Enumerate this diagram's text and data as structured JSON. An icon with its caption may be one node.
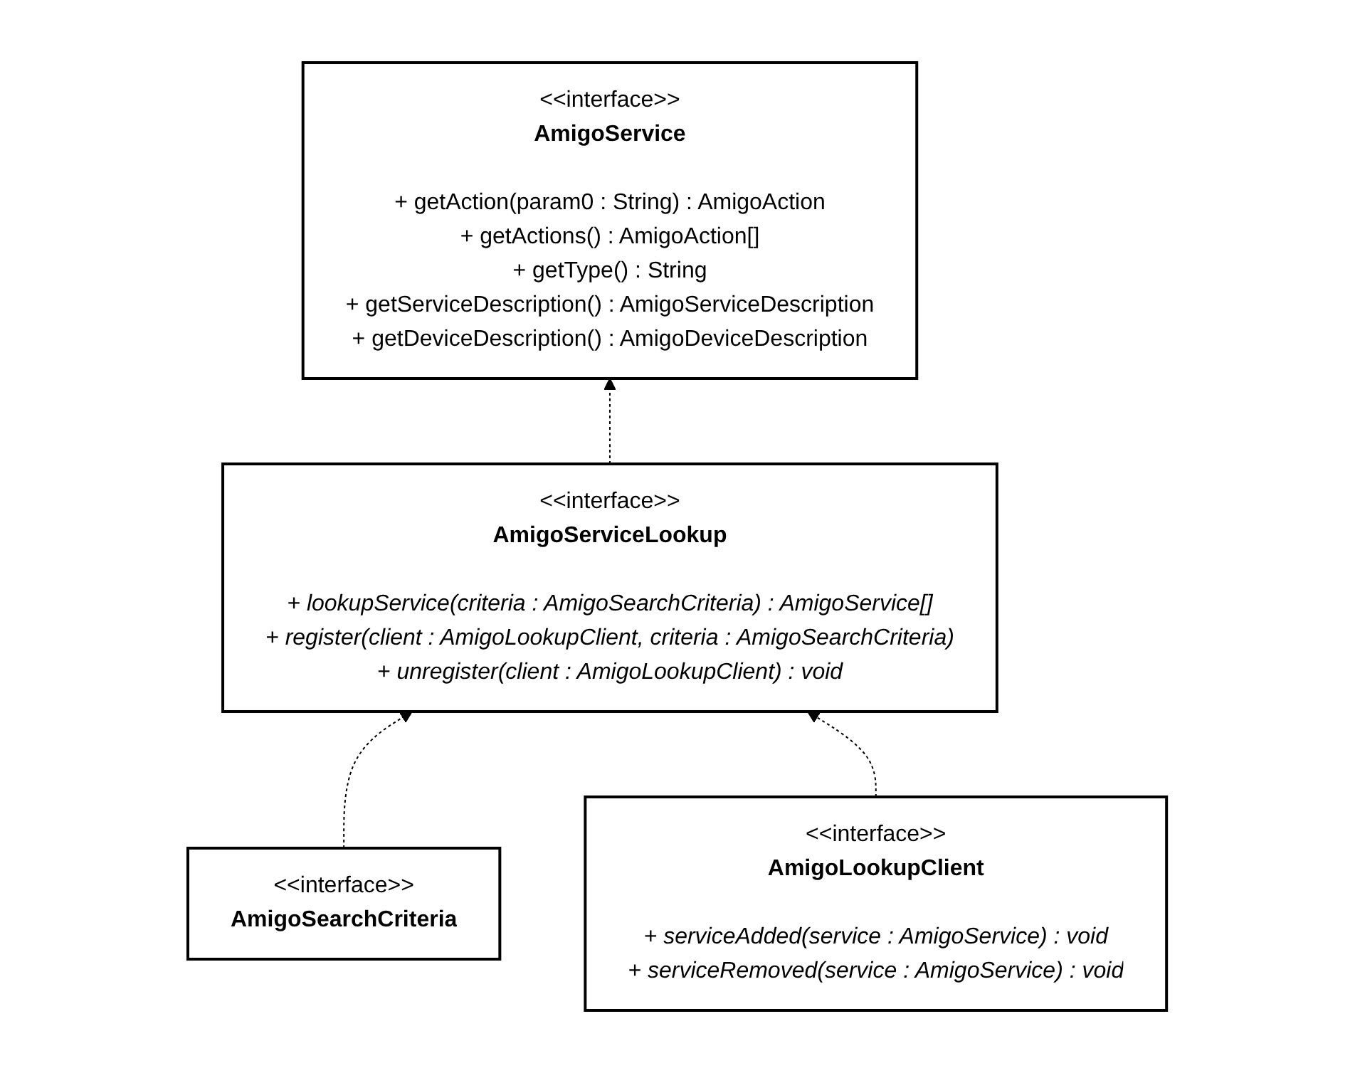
{
  "diagram": {
    "nodes": [
      {
        "text": [
          "<<interface>>",
          "AmigoService",
          "+ getAction(param0 : String) : AmigoAction",
          "+ getActions() : AmigoAction[]",
          "+ getType() : String",
          "+ getServiceDescription() : AmigoServiceDescription",
          "+ getDeviceDescription() : AmigoDeviceDescription"
        ]
      },
      {
        "text": [
          "<<interface>>",
          "AmigoServiceLookup",
          "+ lookupService(criteria : AmigoSearchCriteria) : AmigoService[]",
          "+ register(client : AmigoLookupClient, criteria : AmigoSearchCriteria)",
          "+ unregister(client : AmigoLookupClient) : void"
        ]
      },
      {
        "text": [
          "<<interface>>",
          "AmigoSearchCriteria"
        ]
      },
      {
        "text": [
          "<<interface>>",
          "AmigoLookupClient",
          "+ serviceAdded(service : AmigoService) : void",
          "+ serviceRemoved(service : AmigoService) : void"
        ]
      }
    ],
    "edges": [
      {
        "from": 1,
        "to": 0,
        "arrow": "to",
        "style": "dashed"
      },
      {
        "from": 2,
        "to": 1,
        "arrow": "to",
        "style": "dashed"
      },
      {
        "from": 3,
        "to": 1,
        "arrow": "to",
        "style": "dashed"
      }
    ]
  }
}
